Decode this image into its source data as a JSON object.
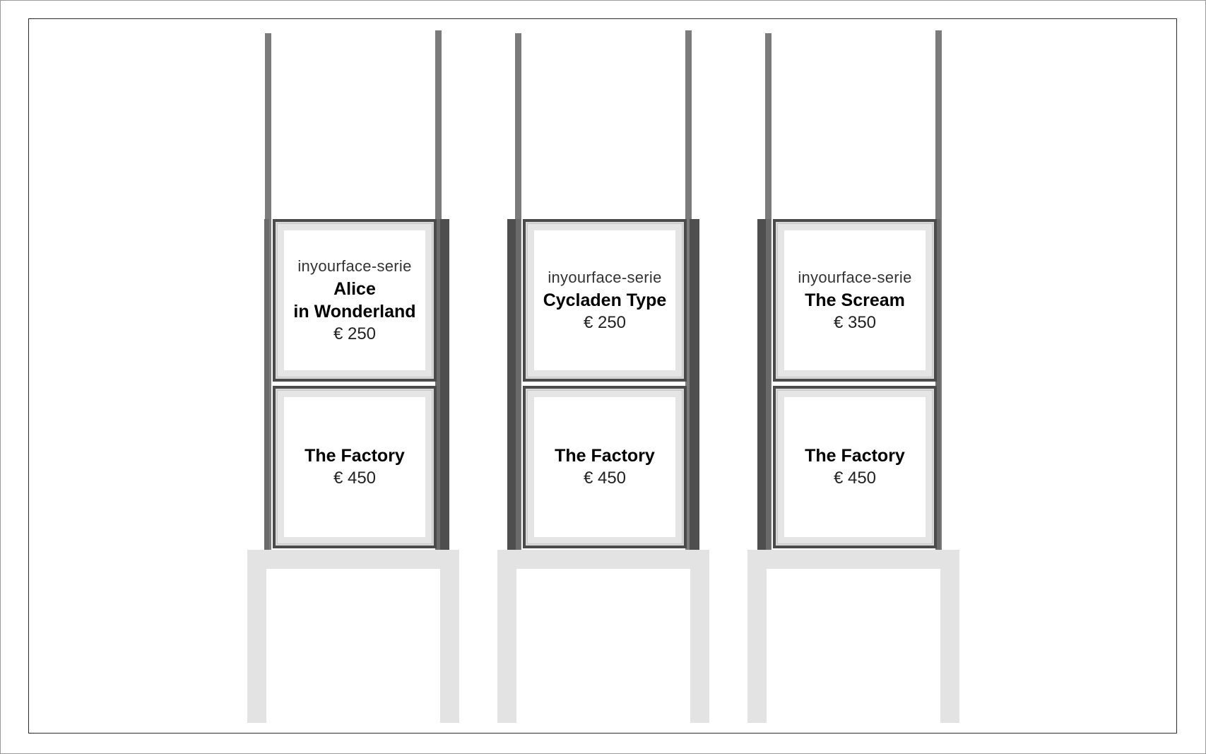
{
  "displays": [
    {
      "top_panel": {
        "series": "inyourface-serie",
        "name": "Alice\nin Wonderland",
        "price": "€ 250"
      },
      "bottom_panel": {
        "name": "The Factory",
        "price": "€ 450"
      }
    },
    {
      "top_panel": {
        "series": "inyourface-serie",
        "name": "Cycladen Type",
        "price": "€ 250"
      },
      "bottom_panel": {
        "name": "The Factory",
        "price": "€ 450"
      }
    },
    {
      "top_panel": {
        "series": "inyourface-serie",
        "name": "The Scream",
        "price": "€ 350"
      },
      "bottom_panel": {
        "name": "The Factory",
        "price": "€ 450"
      }
    }
  ],
  "colors": {
    "frame": "#4b4b4b",
    "pole": "#7b7b7b",
    "stand": "#e3e3e3"
  }
}
